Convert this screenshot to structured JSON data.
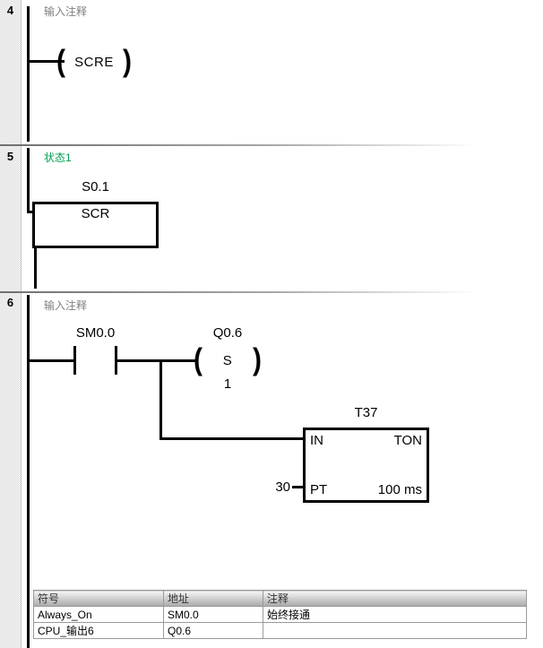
{
  "colors": {
    "comment_gray": "#808080",
    "comment_green": "#00a050",
    "operand_olive": "#9a9a10",
    "ladder_black": "#000000"
  },
  "networks": [
    {
      "number": "4",
      "comment": "输入注释",
      "coil": {
        "label": "SCRE"
      }
    },
    {
      "number": "5",
      "comment": "状态1",
      "operand": "S0.1",
      "box_label": "SCR"
    },
    {
      "number": "6",
      "comment": "输入注释",
      "contact": {
        "operand": "SM0.0"
      },
      "set_coil": {
        "operand": "Q0.6",
        "label": "S",
        "count": "1"
      },
      "timer": {
        "operand": "T37",
        "in_label": "IN",
        "type_label": "TON",
        "pt_label": "PT",
        "pt_value": "30",
        "time_base": "100 ms"
      }
    }
  ],
  "symbol_table": {
    "headers": [
      "符号",
      "地址",
      "注释"
    ],
    "rows": [
      {
        "symbol": "Always_On",
        "address": "SM0.0",
        "comment": "始终接通"
      },
      {
        "symbol": "CPU_输出6",
        "address": "Q0.6",
        "comment": ""
      }
    ]
  }
}
